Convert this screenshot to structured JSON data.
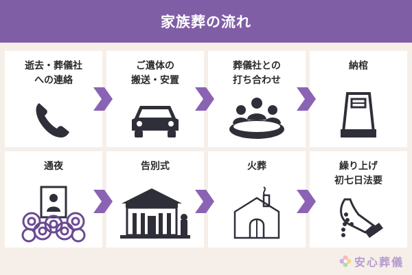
{
  "header": {
    "title": "家族葬の流れ"
  },
  "steps": [
    {
      "label": "逝去・葬儀社\nへの連絡",
      "icon": "phone-icon"
    },
    {
      "label": "ご遺体の\n搬送・安置",
      "icon": "car-icon"
    },
    {
      "label": "葬儀社との\n打ち合わせ",
      "icon": "meeting-icon"
    },
    {
      "label": "納棺",
      "icon": "coffin-icon"
    },
    {
      "label": "通夜",
      "icon": "altar-flowers-icon"
    },
    {
      "label": "告別式",
      "icon": "funeral-hall-icon"
    },
    {
      "label": "火葬",
      "icon": "crematorium-icon"
    },
    {
      "label": "繰り上げ\n初七日法要",
      "icon": "prayer-beads-icon"
    }
  ],
  "logo": {
    "text": "安心葬儀"
  },
  "colors": {
    "header": "#7f5ea6",
    "arrow": "#8a63b4",
    "icon": "#2f2f3a",
    "background": "#f6efe9"
  }
}
